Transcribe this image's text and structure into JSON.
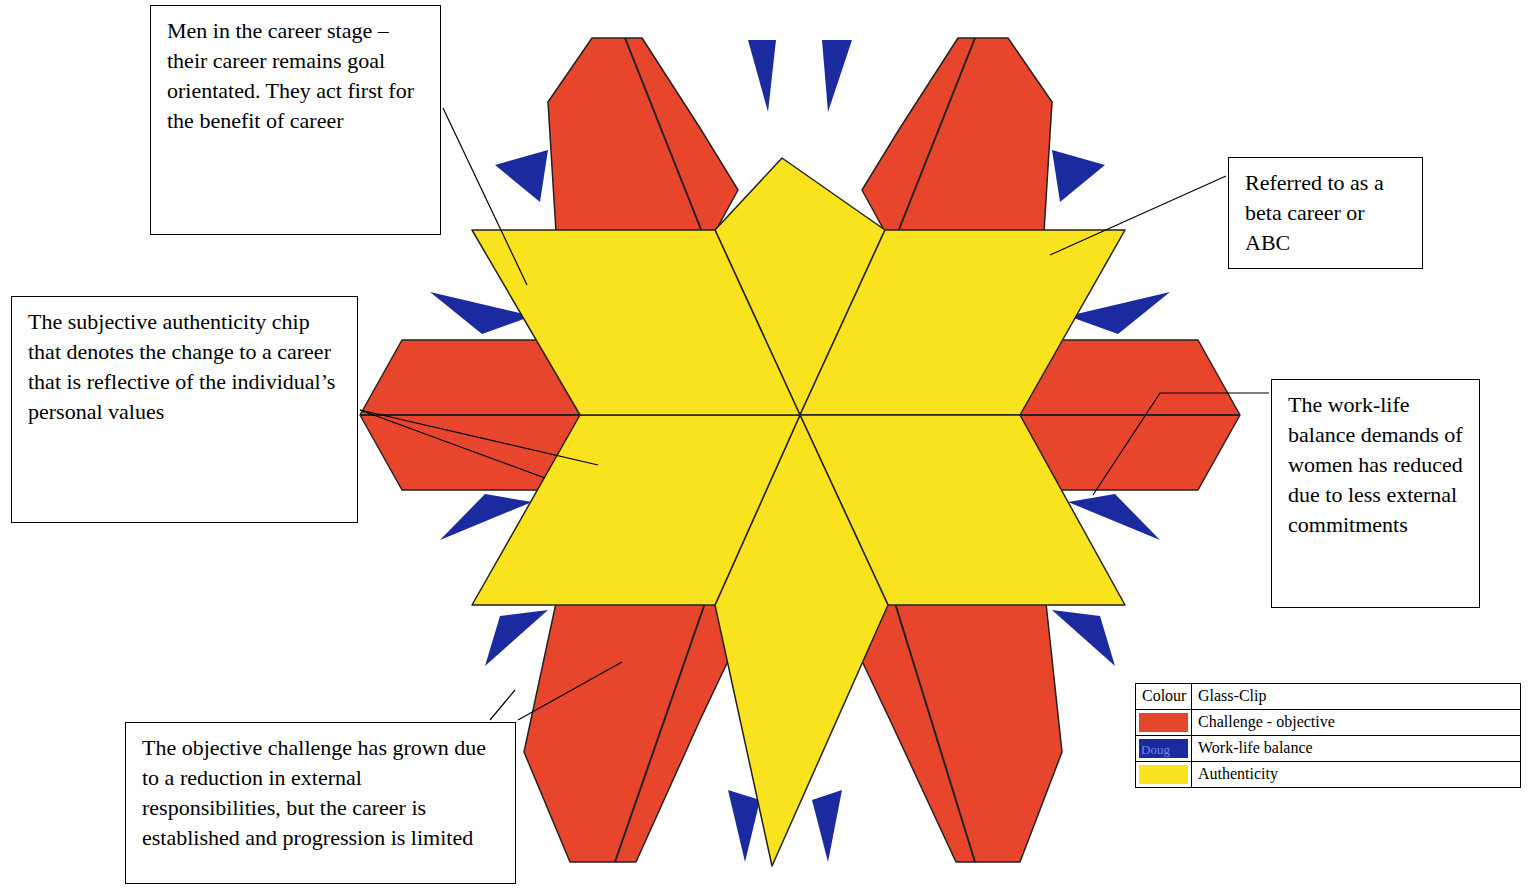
{
  "diagram": {
    "nodes": [
      {
        "text": [
          "Men in the career stage – their career remains goal orientated. They act first for the benefit of career"
        ]
      },
      {
        "text": [
          "Referred to as a beta career or ABC"
        ]
      },
      {
        "text": [
          "The subjective authenticity chip that denotes the change to a career that is reflective of the individual’s personal values"
        ]
      },
      {
        "text": [
          "The work-life balance demands of women has reduced due to less external commitments"
        ]
      },
      {
        "text": [
          "The objective challenge has grown due to a reduction in external responsibilities, but the career is established and progression is limited"
        ]
      }
    ],
    "labels": [
      "Colour",
      "Glass-Clip",
      "Doug"
    ],
    "legend": [
      {
        "text": "Challenge - objective",
        "color": "#e8462c"
      },
      {
        "text": "Work-life balance",
        "color": "#1b2a9e"
      },
      {
        "text": "Authenticity",
        "color": "#f9e21e"
      }
    ]
  }
}
